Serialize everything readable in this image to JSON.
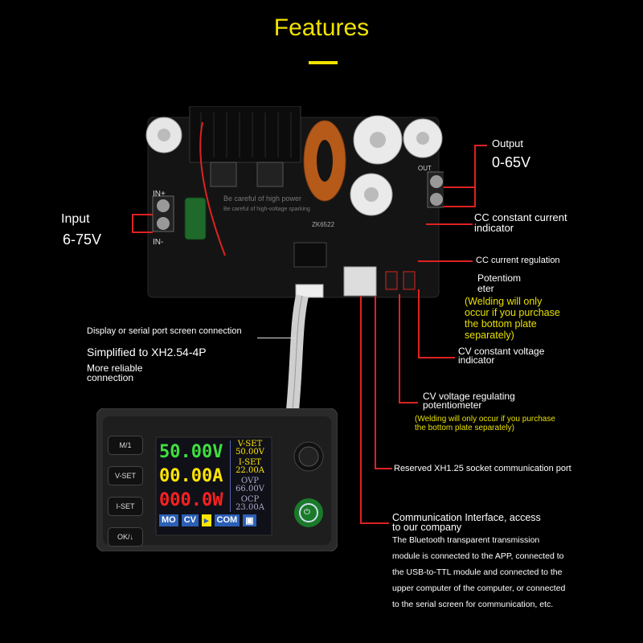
{
  "title": "Features",
  "labels": {
    "input": "Input",
    "input_range": "6-75V",
    "output": "Output",
    "output_range": "0-65V",
    "cc_indicator_1": "CC constant current",
    "cc_indicator_2": "indicator",
    "cc_regulation": "CC current regulation",
    "potentiometer_1": "Potentiom",
    "potentiometer_2": "eter",
    "welding_note_1": "(Welding will only",
    "welding_note_2": "occur if you purchase",
    "welding_note_3": "the bottom plate",
    "welding_note_4": "separately)",
    "display_conn": "Display or serial port screen connection",
    "simplified": "Simplified to XH2.54-4P",
    "reliable_1": "More reliable",
    "reliable_2": "connection",
    "cv_indicator_1": "CV constant voltage",
    "cv_indicator_2": "indicator",
    "cv_pot_1": "CV voltage regulating",
    "cv_pot_2": "potentiometer",
    "welding_note_b1": "(Welding will only occur if you purchase",
    "welding_note_b2": "the bottom plate separately)",
    "reserved": "Reserved XH1.25 socket communication port",
    "comm_1": "Communication Interface, access",
    "comm_2": "to our company",
    "desc_1": "The Bluetooth transparent transmission",
    "desc_2": "module is connected to the APP, connected to",
    "desc_3": "the USB-to-TTL module and connected to the",
    "desc_4": "upper computer of the computer, or connected",
    "desc_5": "to the serial screen for communication, etc."
  },
  "board": {
    "model": "ZK6522",
    "warning_1": "Be careful of high power",
    "warning_2": "Be careful of high-voltage sparking",
    "in_plus": "IN+",
    "in_minus": "IN-",
    "out_label": "OUT"
  },
  "display": {
    "buttons": [
      "M/1",
      "V-SET",
      "I-SET",
      "OK/↓"
    ],
    "voltage": "50.00V",
    "current": "00.00A",
    "power": "000.0W",
    "vset_label": "V-SET",
    "vset_value": "50.00V",
    "iset_label": "I-SET",
    "iset_value": "22.00A",
    "ovp_label": "OVP",
    "ovp_value": "66.00V",
    "ocp_label": "OCP",
    "ocp_value": "23.00A",
    "status": [
      "MO",
      "CV",
      "COM"
    ]
  },
  "colors": {
    "title": "#f2e200",
    "voltage": "#3ee03e",
    "current": "#ffe600",
    "power": "#ff2020",
    "lead_line": "#d22222"
  }
}
